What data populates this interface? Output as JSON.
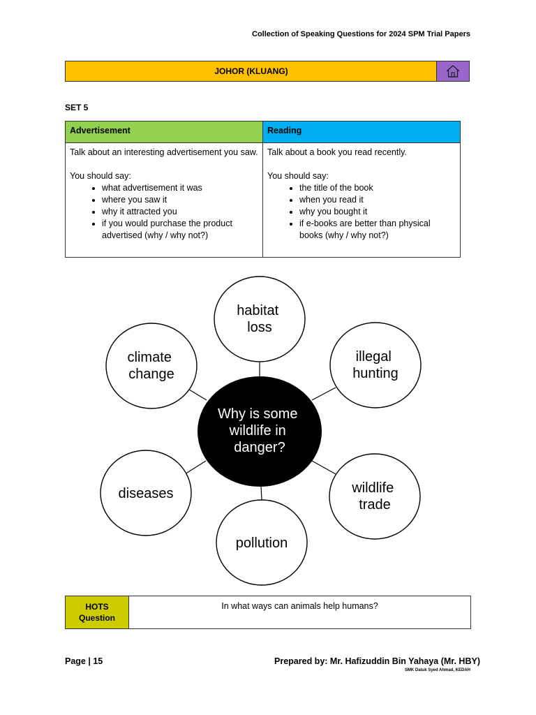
{
  "header": {
    "title": "Collection of Speaking Questions for 2024 SPM Trial Papers"
  },
  "region": {
    "label": "JOHOR (KLUANG)",
    "home_icon": "home-icon",
    "color": "#ffc000",
    "home_color": "#9966cc"
  },
  "set": {
    "label": "SET 5"
  },
  "topics": [
    {
      "heading": "Advertisement",
      "color": "#92d050",
      "prompt": "Talk about an interesting advertisement you saw.",
      "should_say": "You should say:",
      "points": [
        "what advertisement it was",
        "where you saw it",
        "why it attracted you",
        "if you would purchase the product advertised (why / why not?)"
      ]
    },
    {
      "heading": "Reading",
      "color": "#00b0f0",
      "prompt": "Talk about a book you read recently.",
      "should_say": "You should say:",
      "points": [
        "the title of the book",
        "when you read it",
        "why you bought it",
        "if e-books are better than physical books (why / why not?)"
      ]
    }
  ],
  "mind_map": {
    "center": [
      "Why is some",
      "wildlife in",
      "danger?"
    ],
    "bubbles": {
      "habitat_loss": [
        "habitat",
        "loss"
      ],
      "illegal_hunting": [
        "illegal",
        "hunting"
      ],
      "wildlife_trade": [
        "wildlife",
        "trade"
      ],
      "pollution": [
        "pollution"
      ],
      "diseases": [
        "diseases"
      ],
      "climate_change": [
        "climate",
        "change"
      ]
    }
  },
  "hots": {
    "label_line1": "HOTS",
    "label_line2": "Question",
    "question": "In what ways can animals help humans?",
    "color": "#cccc00"
  },
  "footer": {
    "page": "Page | 15",
    "prepared_by": "Prepared by: Mr. Hafizuddin Bin Yahaya (Mr. HBY)",
    "school": "SMK Datuk Syed Ahmad, KEDAH"
  }
}
